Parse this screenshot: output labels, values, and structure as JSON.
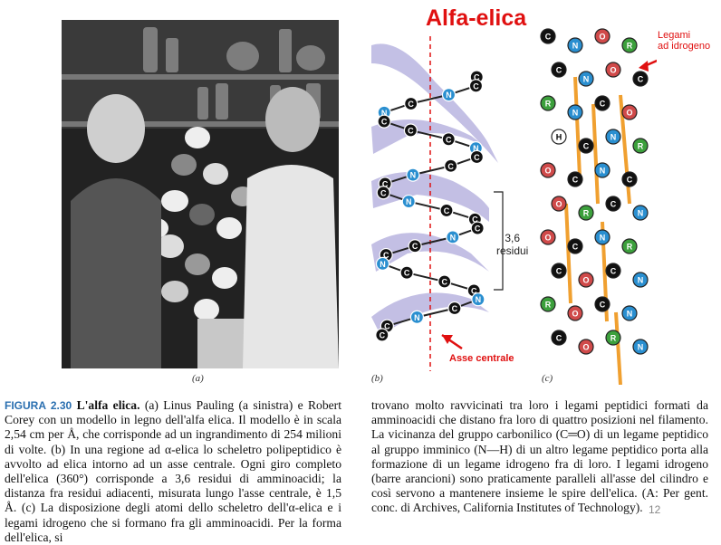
{
  "slide": {
    "title": "Alfa-elica",
    "page_number": "12",
    "hbond_label_line1": "Legami",
    "hbond_label_line2": "ad idrogeno",
    "axis_label": "Asse  centrale",
    "residues_line1": "3,6",
    "residues_line2": "residui",
    "panel_a": "(a)",
    "panel_b": "(b)",
    "panel_c": "(c)"
  },
  "helix_atoms_b": [
    "C",
    "C",
    "N",
    "C",
    "N",
    "C",
    "C",
    "C",
    "N",
    "C",
    "C",
    "N",
    "C",
    "C",
    "N",
    "C",
    "C",
    "C",
    "N",
    "C",
    "C",
    "N",
    "C",
    "C",
    "C",
    "N",
    "C",
    "N",
    "C",
    "C"
  ],
  "caption": {
    "figure_label": "FIGURA 2.30",
    "heading": "L'alfa elica.",
    "left_text": "(a) Linus Pauling (a sinistra) e Robert Corey con un modello in legno dell'alfa elica. Il modello è in scala 2,54 cm per Å, che corrisponde ad un ingrandimento di 254 milioni di volte. (b) In una regione ad α-elica lo scheletro polipeptidico è avvolto ad elica intorno ad un asse centrale. Ogni giro completo dell'elica (360°) corrisponde a 3,6 residui di amminoacidi; la distanza fra residui adiacenti, misurata lungo l'asse centrale, è 1,5 Å. (c) La disposizione degli atomi dello scheletro dell'α-elica e i legami idrogeno che si formano fra gli amminoacidi. Per la forma dell'elica, si",
    "right_text": "trovano molto ravvicinati tra loro i legami peptidici formati da amminoacidi che distano fra loro di quattro posizioni nel filamento. La vicinanza del gruppo carbonilico (C═O) di un legame peptidico al gruppo imminico (N—H) di un altro legame peptidico porta alla formazione di un legame idrogeno fra di loro. I legami idrogeno (barre arancioni) sono praticamente paralleli all'asse del cilindro e così servono a mantenere insieme le spire dell'elica. (A: Per gent. conc. di Archives, California Institutes of Technology)."
  },
  "colors": {
    "title_red": "#e01010",
    "ribbon": "#b9b5e0",
    "carbon": "#111111",
    "nitrogen": "#2a8fd0",
    "oxygen": "#d04a4a",
    "r_group": "#3ca03c",
    "hbond": "#f0a030"
  }
}
